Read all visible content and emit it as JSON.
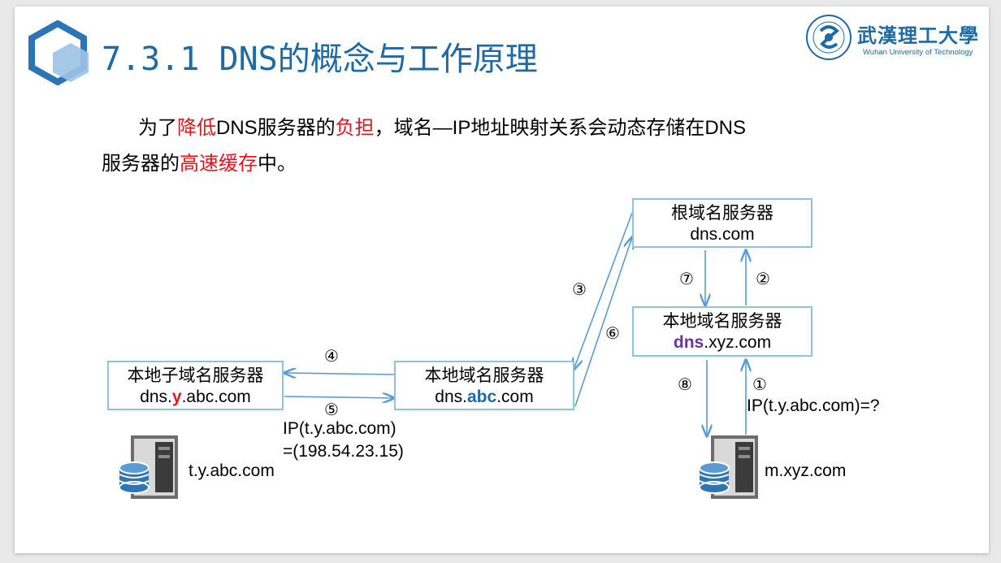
{
  "title": "7.3.1 DNS的概念与工作原理",
  "logo": {
    "name": "武漢理工大學",
    "subtitle": "Wuhan University of Technology"
  },
  "paragraph": {
    "line1": [
      {
        "text": "为了",
        "style": "normal"
      },
      {
        "text": "降低",
        "style": "red"
      },
      {
        "text": "DNS服务器的",
        "style": "normal"
      },
      {
        "text": "负担",
        "style": "red"
      },
      {
        "text": "，域名—IP地址映射关系会动态存储在DNS",
        "style": "normal"
      }
    ],
    "line2": [
      {
        "text": "服务器的",
        "style": "normal"
      },
      {
        "text": "高速缓存",
        "style": "red"
      },
      {
        "text": "中。",
        "style": "normal"
      }
    ]
  },
  "diagram": {
    "root_server": {
      "line1": "根域名服务器",
      "line2": "dns.com"
    },
    "local_xyz": {
      "line1": "本地域名服务器",
      "line2_hl": "dns",
      "line2_rest": ".xyz.com"
    },
    "local_abc": {
      "line1": "本地域名服务器",
      "line2_pre": "dns.",
      "line2_hl": "abc",
      "line2_post": ".com"
    },
    "sub_y": {
      "line1": "本地子域名服务器",
      "line2_pre": "dns.",
      "line2_hl": "y",
      "line2_post": ".abc.com"
    },
    "steps": [
      "①",
      "②",
      "③",
      "④",
      "⑤",
      "⑥",
      "⑦",
      "⑧"
    ],
    "query_label": "IP(t.y.abc.com)=?",
    "answer_label_1": "IP(t.y.abc.com)",
    "answer_label_2": "=(198.54.23.15)",
    "host_target": "t.y.abc.com",
    "host_client": "m.xyz.com"
  },
  "colors": {
    "title": "#1f6aa5",
    "accent_red": "#e8141d",
    "box_border": "#8cc4e2",
    "arrow": "#5b9bd5"
  }
}
